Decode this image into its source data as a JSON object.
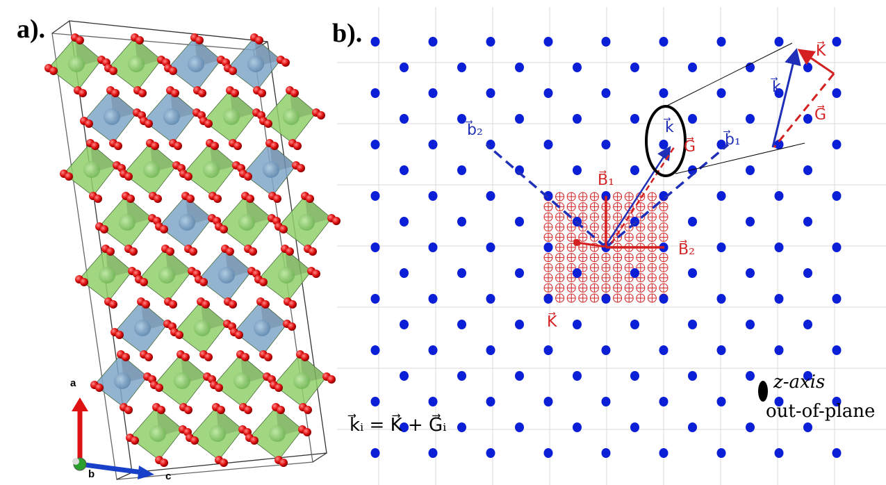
{
  "panel_a": {
    "label": "a).",
    "axes": {
      "a": "a",
      "b": "b",
      "c": "c"
    }
  },
  "panel_b": {
    "label": "b).",
    "vectors": {
      "b1": "b⃗₁",
      "b2": "b⃗₂",
      "B1": "B⃗₁",
      "B2": "B⃗₂",
      "k": "k⃗",
      "G": "G⃗",
      "K": "K⃗"
    },
    "inset": {
      "k": "k⃗",
      "K": "K⃗",
      "G": "G⃗"
    },
    "formula": "k⃗ᵢ = K⃗ + G⃗ᵢ",
    "legend": {
      "line1": "z-axis",
      "line2": "out-of-plane"
    }
  },
  "colors": {
    "lattice_dot": "#0b1fd6",
    "supercell": "#d42020",
    "green_octahedra": "#8fd06a",
    "blue_octahedra": "#7fa7c9",
    "oxygen": "#e01010"
  }
}
